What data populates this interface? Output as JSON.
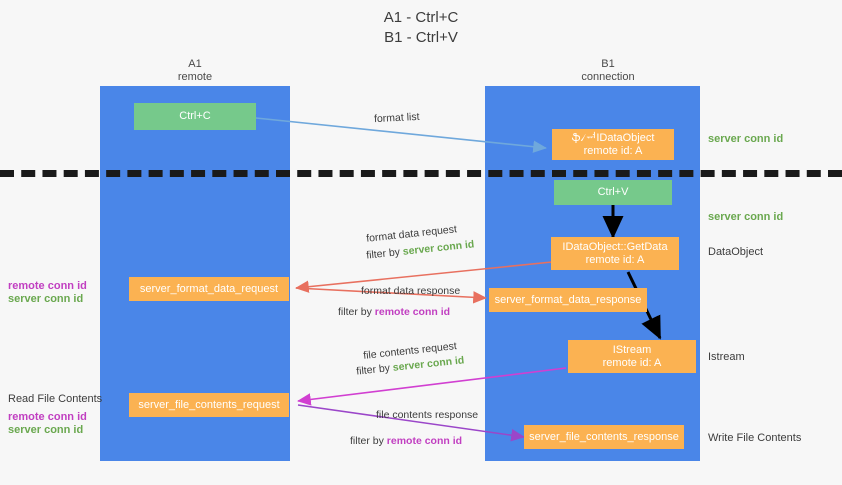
{
  "title": {
    "line1": "A1 - Ctrl+C",
    "line2": "B1 - Ctrl+V"
  },
  "columns": [
    {
      "name": "A1",
      "role": "remote"
    },
    {
      "name": "B1",
      "role": "connection"
    }
  ],
  "colors": {
    "lane": "#4a86e8",
    "green_node": "#76c98b",
    "orange_node": "#fbb252",
    "server_conn": "#6aa84f",
    "remote_conn": "#c13fc1",
    "blue_arrow": "#6fa8dc",
    "red_arrow": "#e8705f",
    "magenta_arrow": "#d13fd1",
    "purple_arrow": "#9b46c9",
    "black_arrow": "#000000",
    "divider": "#1a1a1a",
    "background": "#f7f7f7"
  },
  "nodes": {
    "ctrl_c": {
      "label": "Ctrl+C",
      "sub": ""
    },
    "ctrl_v": {
      "label": "Ctrl+V",
      "sub": ""
    },
    "format_list_obj": {
      "label": "ֆ৴ᆏIDataObject",
      "sub": "remote id: A"
    },
    "getdata_obj": {
      "label": "IDataObject::GetData",
      "sub": "remote id: A"
    },
    "istream_obj": {
      "label": "IStream",
      "sub": "remote id: A"
    },
    "fmt_req": {
      "label": "server_format_data_request",
      "sub": ""
    },
    "fmt_resp": {
      "label": "server_format_data_response",
      "sub": ""
    },
    "file_req": {
      "label": "server_file_contents_request",
      "sub": ""
    },
    "file_resp": {
      "label": "server_file_contents_response",
      "sub": ""
    }
  },
  "right_annotations": [
    {
      "text": "server conn id",
      "kind": "green"
    },
    {
      "text": "server conn id",
      "kind": "green"
    },
    {
      "text": "DataObject",
      "kind": "dark"
    },
    {
      "text": "Istream",
      "kind": "dark"
    },
    {
      "text": "Write File Contents",
      "kind": "dark"
    }
  ],
  "left_annotations": [
    {
      "text": "remote conn id",
      "kind": "purple"
    },
    {
      "text": "server conn id",
      "kind": "green"
    },
    {
      "text": "Read File Contents",
      "kind": "dark"
    },
    {
      "text": "remote conn id",
      "kind": "purple"
    },
    {
      "text": "server conn id",
      "kind": "green"
    }
  ],
  "edge_captions": {
    "format_list": "format list",
    "format_data_request": "format data request",
    "format_data_request_filter_prefix": "filter by ",
    "format_data_request_filter_value": "server conn id",
    "format_data_response": "format data response",
    "format_data_response_filter_prefix": "filter by ",
    "format_data_response_filter_value": "remote conn id",
    "file_contents_request": "file contents request",
    "file_contents_request_filter_prefix": "filter by ",
    "file_contents_request_filter_value": "server conn id",
    "file_contents_response": "file contents response",
    "file_contents_response_filter_prefix": "filter by ",
    "file_contents_response_filter_value": "remote conn id"
  }
}
